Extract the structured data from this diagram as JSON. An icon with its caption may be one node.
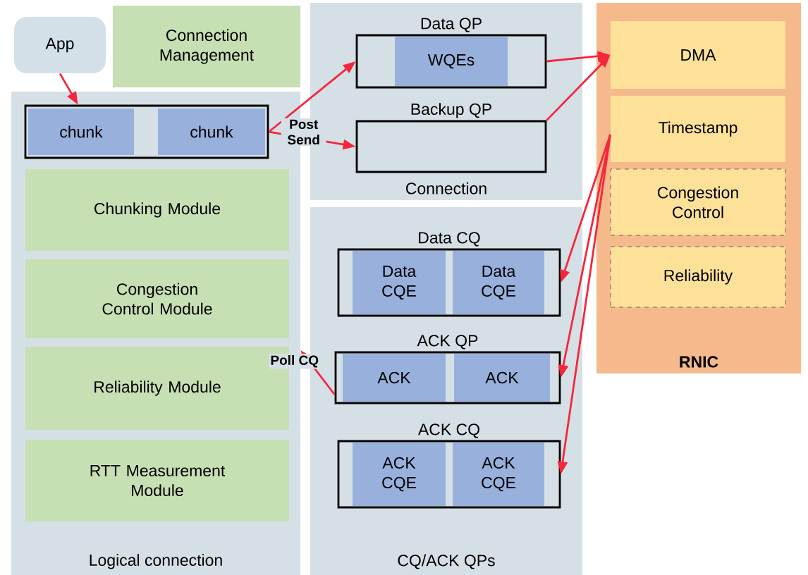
{
  "diagram": {
    "nodes": [
      {
        "text": [
          "App"
        ]
      },
      {
        "text": [
          "Connection Management"
        ]
      },
      {
        "text": [
          "Logical connection"
        ]
      },
      {
        "text": [],
        "shape": "bar",
        "in": 2
      },
      {
        "text": [
          "chunk"
        ],
        "in": 3
      },
      {
        "text": [
          "chunk"
        ],
        "in": 3
      },
      {
        "text": [
          "Chunking Module"
        ],
        "in": 2
      },
      {
        "text": [
          "Congestion Control Module"
        ],
        "in": 2
      },
      {
        "text": [
          "Reliability Module"
        ],
        "in": 2
      },
      {
        "text": [
          "RTT Measurement Module"
        ],
        "in": 2
      },
      {
        "text": [
          "Connection"
        ]
      },
      {
        "text": [
          "Data QP"
        ],
        "in": 10
      },
      {
        "text": [
          "WQEs"
        ],
        "in": 11
      },
      {
        "text": [
          "Backup QP"
        ],
        "in": 10
      },
      {
        "text": [
          "CQ/ACK QPs"
        ]
      },
      {
        "text": [
          "Data CQ"
        ],
        "in": 14
      },
      {
        "text": [
          "Data CQE"
        ],
        "in": 15
      },
      {
        "text": [
          "Data CQE"
        ],
        "in": 15
      },
      {
        "text": [
          "ACK QP"
        ],
        "in": 14
      },
      {
        "text": [
          "ACK"
        ],
        "in": 18
      },
      {
        "text": [
          "ACK"
        ],
        "in": 18
      },
      {
        "text": [
          "ACK CQ"
        ],
        "in": 14
      },
      {
        "text": [
          "ACK CQE"
        ],
        "in": 21
      },
      {
        "text": [
          "ACK CQE"
        ],
        "in": 21
      },
      {
        "text": [
          "RNIC"
        ]
      },
      {
        "text": [
          "DMA"
        ],
        "in": 24
      },
      {
        "text": [
          "Timestamp"
        ],
        "in": 24
      },
      {
        "text": [
          "Congestion Control"
        ],
        "in": 24
      },
      {
        "text": [
          "Reliability"
        ],
        "in": 24
      }
    ],
    "edges": [
      {
        "from": 0,
        "to": 3,
        "arrow": "to"
      },
      {
        "from": 3,
        "to": 11,
        "arrow": "to"
      },
      {
        "from": 3,
        "to": 13,
        "arrow": "to",
        "label": "Post Send"
      },
      {
        "from": 11,
        "to": 25,
        "arrow": "to"
      },
      {
        "from": 13,
        "to": 25,
        "arrow": "to"
      },
      {
        "from": 26,
        "to": 15,
        "arrow": "to"
      },
      {
        "from": 26,
        "to": 18,
        "arrow": "to"
      },
      {
        "from": 26,
        "to": 21,
        "arrow": "to"
      },
      {
        "from": 18,
        "to": 2,
        "arrow": "to",
        "label": "Poll CQ"
      }
    ]
  }
}
